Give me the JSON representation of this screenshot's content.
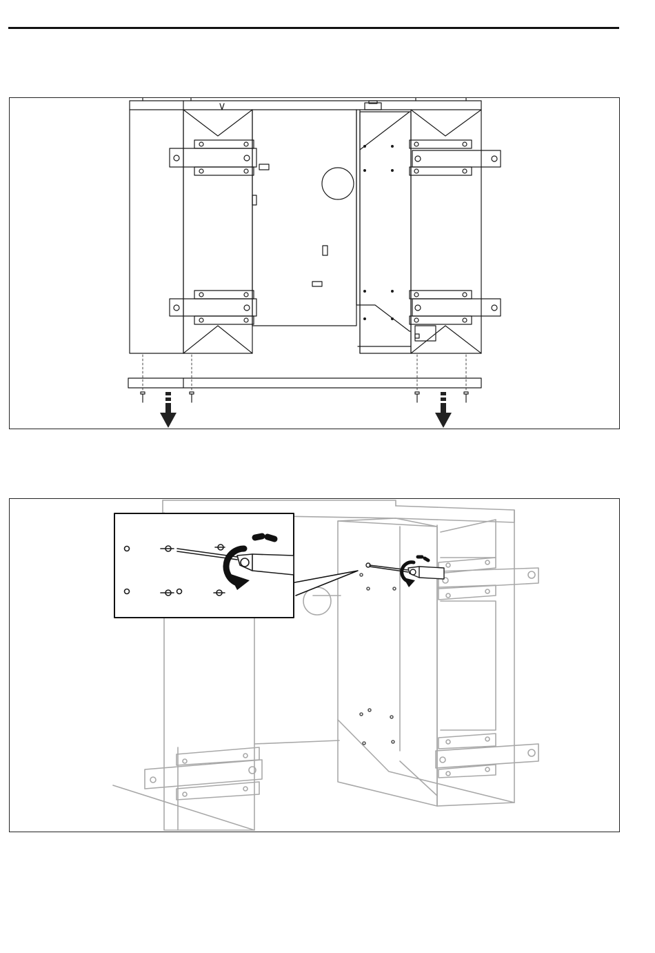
{
  "page": {
    "figures": [
      {
        "id": "fig1",
        "subject": "frame-removal-from-base"
      },
      {
        "id": "fig2",
        "subject": "unscrew-bracket-screws"
      }
    ]
  },
  "colors": {
    "line": "#1a1a1a",
    "ghost": "#a8a8a8",
    "arrow": "#222222",
    "inset_border": "#111111"
  },
  "icons": [
    "down-arrow-icon",
    "rotate-arrow-icon",
    "screwdriver-icon",
    "screw-icon"
  ]
}
